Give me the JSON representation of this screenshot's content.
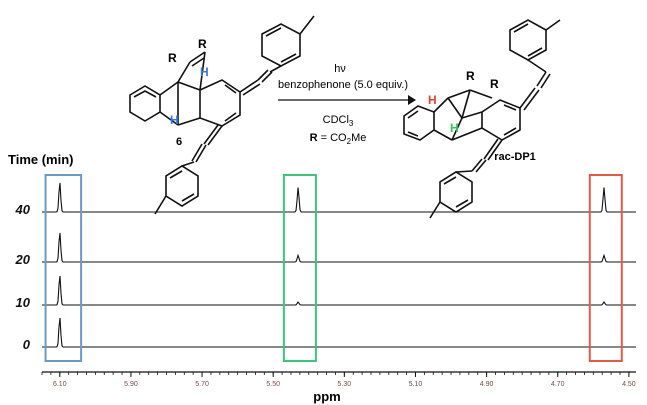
{
  "reaction": {
    "reactant_label": "6",
    "product_label": "rac-DP1",
    "condition_above_1": "hν",
    "condition_above_2": "benzophenone (5.0 equiv.)",
    "condition_below_1": "CDCl",
    "condition_below_1_sub": "3",
    "condition_below_2_bold": "R",
    "condition_below_2_rest": " = CO",
    "condition_below_2_sub": "2",
    "condition_below_2_tail": "Me",
    "substituent_R": "R",
    "atom_H": "H",
    "colors": {
      "blue_h": "#3a7bd5",
      "red_h": "#e0452d",
      "green_h": "#34c25a"
    }
  },
  "chart_data": {
    "type": "line",
    "title": "",
    "ylabel": "Time (min)",
    "xlabel": "ppm",
    "x_axis_reversed": true,
    "xlim": [
      6.15,
      4.48
    ],
    "ticks": [
      "6.10",
      "5.90",
      "5.70",
      "5.50",
      "5.30",
      "5.10",
      "4.90",
      "4.70",
      "4.50"
    ],
    "tick_values": [
      6.1,
      5.9,
      5.7,
      5.5,
      5.3,
      5.1,
      4.9,
      4.7,
      4.5
    ],
    "rows": [
      {
        "label": "40",
        "peaks": [
          {
            "ppm": 6.1,
            "h": 1.0
          },
          {
            "ppm": 5.43,
            "h": 0.82
          },
          {
            "ppm": 4.57,
            "h": 0.82
          }
        ]
      },
      {
        "label": "20",
        "peaks": [
          {
            "ppm": 6.1,
            "h": 1.0
          },
          {
            "ppm": 5.43,
            "h": 0.22
          },
          {
            "ppm": 4.57,
            "h": 0.22
          }
        ]
      },
      {
        "label": "10",
        "peaks": [
          {
            "ppm": 6.1,
            "h": 1.0
          },
          {
            "ppm": 5.43,
            "h": 0.1
          },
          {
            "ppm": 4.57,
            "h": 0.1
          }
        ]
      },
      {
        "label": "0",
        "peaks": [
          {
            "ppm": 6.1,
            "h": 1.0
          }
        ]
      }
    ],
    "highlight_boxes": [
      {
        "from": 6.14,
        "to": 6.04,
        "color": "#6b9ac4"
      },
      {
        "from": 5.47,
        "to": 5.38,
        "color": "#3fc27a"
      },
      {
        "from": 4.61,
        "to": 4.52,
        "color": "#e35a44"
      }
    ]
  }
}
